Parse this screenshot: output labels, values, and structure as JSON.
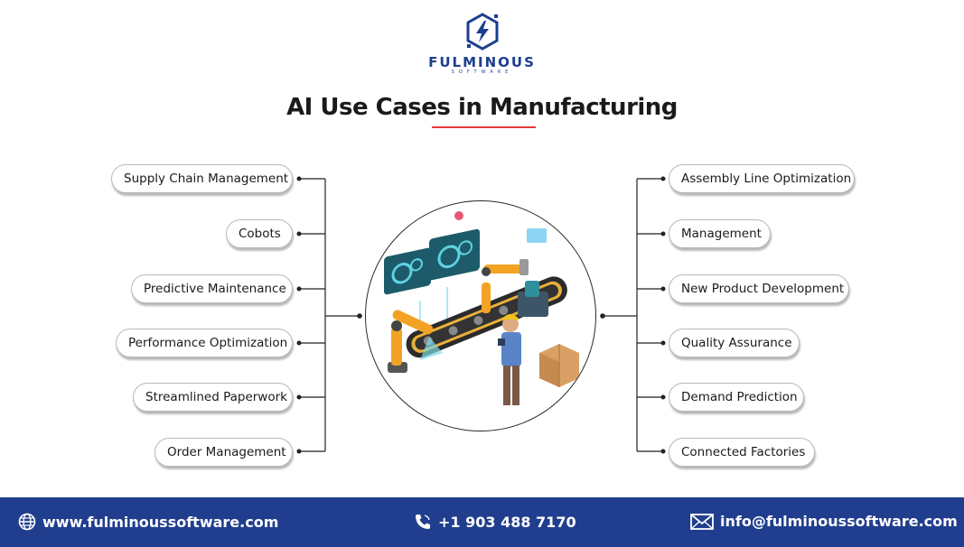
{
  "brand": {
    "name": "FULMINOUS",
    "tagline": "SOFTWARE"
  },
  "title": "AI Use Cases in Manufacturing",
  "left_items": [
    "Supply Chain Management",
    "Cobots",
    "Predictive Maintenance",
    "Performance Optimization",
    "Streamlined Paperwork",
    "Order Management"
  ],
  "right_items": [
    "Assembly Line Optimization",
    "Management",
    "New Product Development",
    "Quality Assurance",
    "Demand Prediction",
    "Connected Factories"
  ],
  "footer": {
    "website": "www.fulminoussoftware.com",
    "phone": "+1 903 488 7170",
    "email": "info@fulminoussoftware.com"
  },
  "colors": {
    "brand_blue": "#213e8e",
    "accent_red": "#e53a3a",
    "robot_orange": "#f2a324",
    "teal": "#2e8f9c"
  },
  "icons": [
    "fulminous-logo-icon",
    "globe-icon",
    "phone-icon",
    "mail-icon"
  ]
}
